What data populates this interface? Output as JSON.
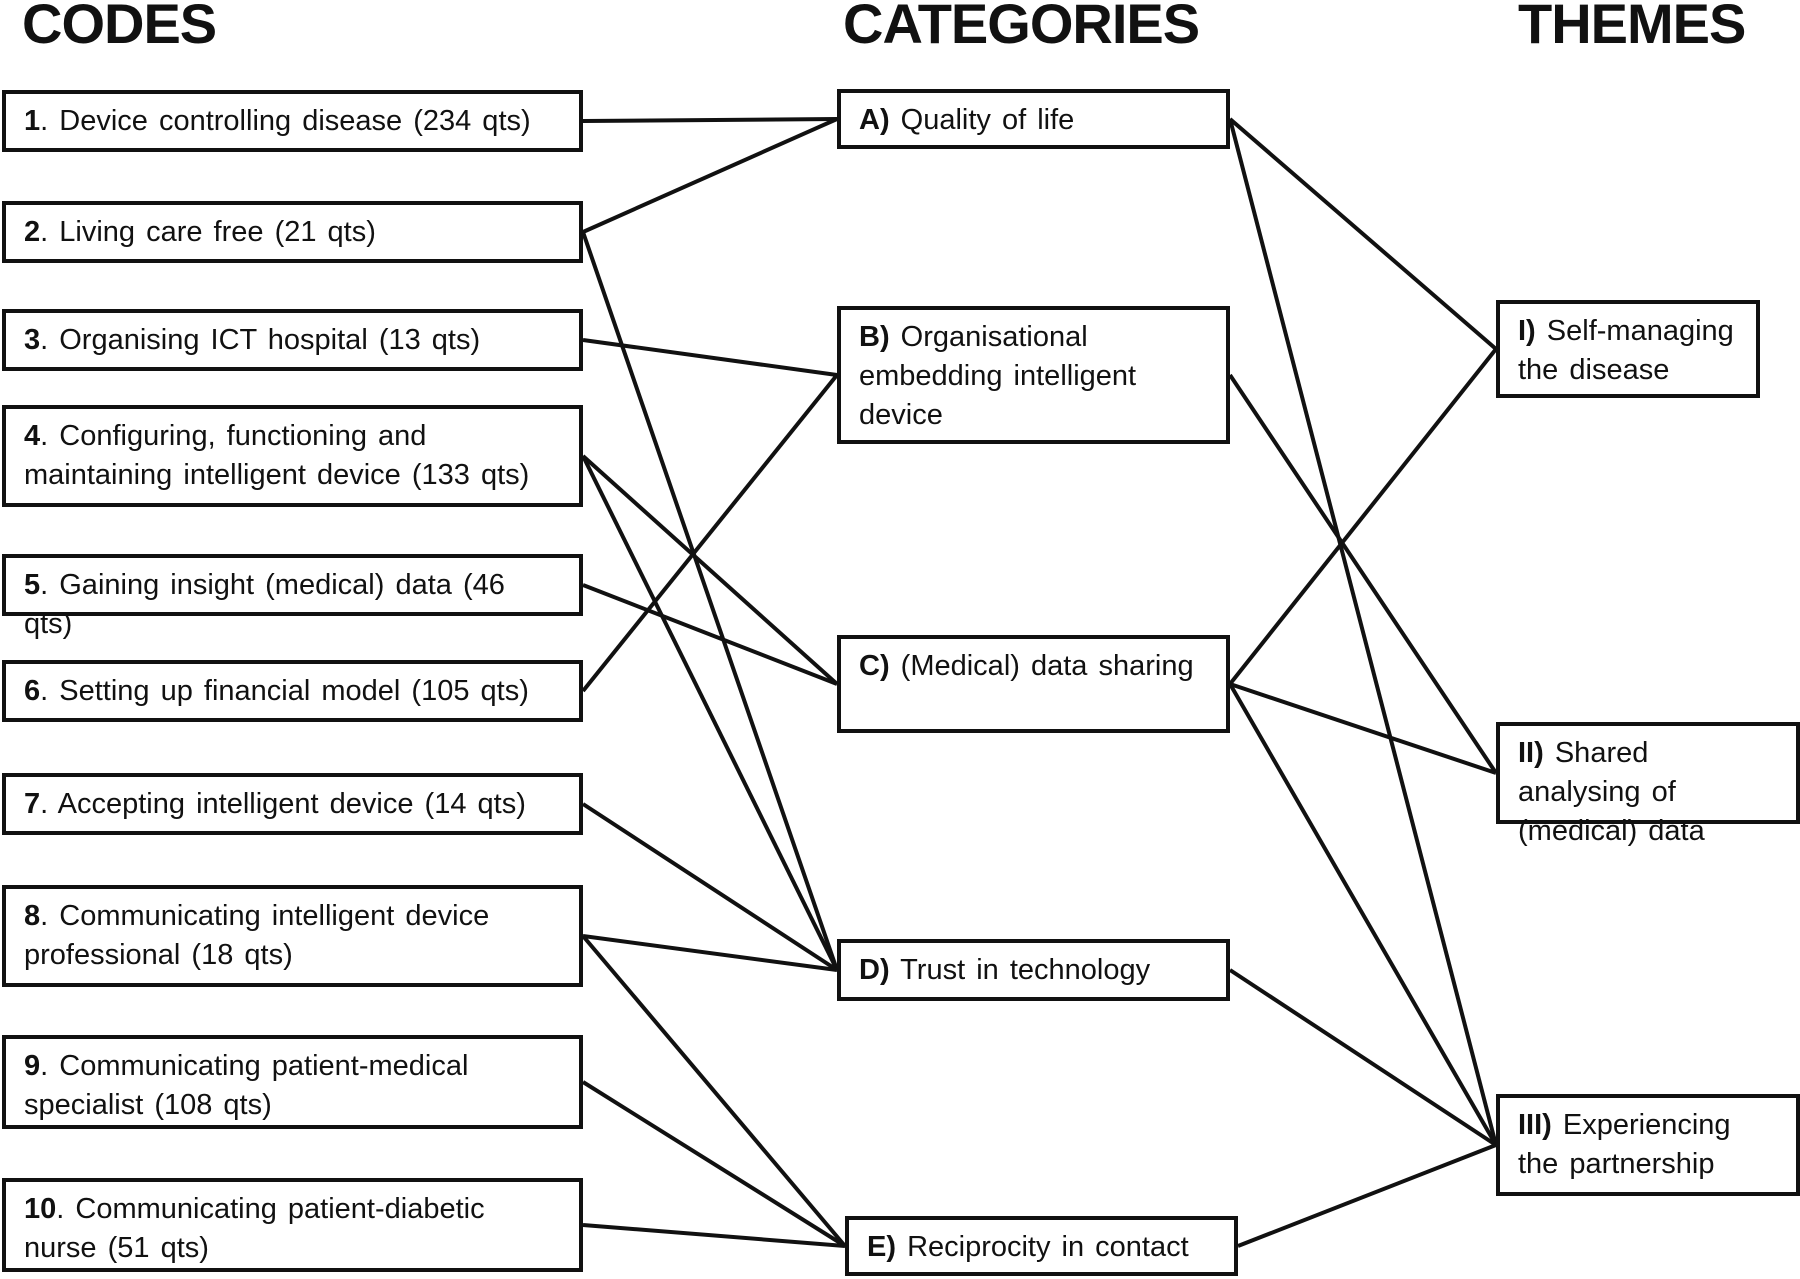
{
  "headers": {
    "codes": "CODES",
    "categories": "CATEGORIES",
    "themes": "THEMES"
  },
  "codes": [
    {
      "num": "1",
      "text": ". Device controlling disease (234 qts)"
    },
    {
      "num": "2",
      "text": ". Living care free (21 qts)"
    },
    {
      "num": "3",
      "text": ". Organising ICT hospital (13 qts)"
    },
    {
      "num": "4",
      "text": ". Configuring, functioning and maintaining intelligent device (133 qts)"
    },
    {
      "num": "5",
      "text": ". Gaining insight (medical) data (46 qts)"
    },
    {
      "num": "6",
      "text": ". Setting up financial model (105 qts)"
    },
    {
      "num": "7",
      "text": ". Accepting intelligent device (14 qts)"
    },
    {
      "num": "8",
      "text": ". Communicating intelligent device professional (18 qts)"
    },
    {
      "num": "9",
      "text": ". Communicating patient-medical specialist (108 qts)"
    },
    {
      "num": "10",
      "text": ". Communicating patient-diabetic nurse (51 qts)"
    }
  ],
  "categories": [
    {
      "key": "A)",
      "text": "Quality of life"
    },
    {
      "key": "B)",
      "text": "Organisational embedding intelligent device"
    },
    {
      "key": "C)",
      "text": "(Medical) data sharing"
    },
    {
      "key": "D)",
      "text": "Trust in technology"
    },
    {
      "key": "E)",
      "text": "Reciprocity in contact"
    }
  ],
  "themes": [
    {
      "key": "I)",
      "text": "Self-managing the disease"
    },
    {
      "key": "II)",
      "text": "Shared analysing of (medical) data"
    },
    {
      "key": "III)",
      "text": "Experiencing the partnership"
    }
  ],
  "links": [
    {
      "from": "code-1",
      "to": "cat-A"
    },
    {
      "from": "code-2",
      "to": "cat-A"
    },
    {
      "from": "code-2",
      "to": "cat-D"
    },
    {
      "from": "code-3",
      "to": "cat-B"
    },
    {
      "from": "code-4",
      "to": "cat-C"
    },
    {
      "from": "code-4",
      "to": "cat-D"
    },
    {
      "from": "code-5",
      "to": "cat-C"
    },
    {
      "from": "code-6",
      "to": "cat-B"
    },
    {
      "from": "code-7",
      "to": "cat-D"
    },
    {
      "from": "code-8",
      "to": "cat-D"
    },
    {
      "from": "code-8",
      "to": "cat-E"
    },
    {
      "from": "code-9",
      "to": "cat-E"
    },
    {
      "from": "code-10",
      "to": "cat-E"
    },
    {
      "from": "cat-A",
      "to": "theme-I"
    },
    {
      "from": "cat-A",
      "to": "theme-III"
    },
    {
      "from": "cat-B",
      "to": "theme-II"
    },
    {
      "from": "cat-C",
      "to": "theme-I"
    },
    {
      "from": "cat-C",
      "to": "theme-II"
    },
    {
      "from": "cat-C",
      "to": "theme-III"
    },
    {
      "from": "cat-D",
      "to": "theme-III"
    },
    {
      "from": "cat-E",
      "to": "theme-III"
    }
  ]
}
